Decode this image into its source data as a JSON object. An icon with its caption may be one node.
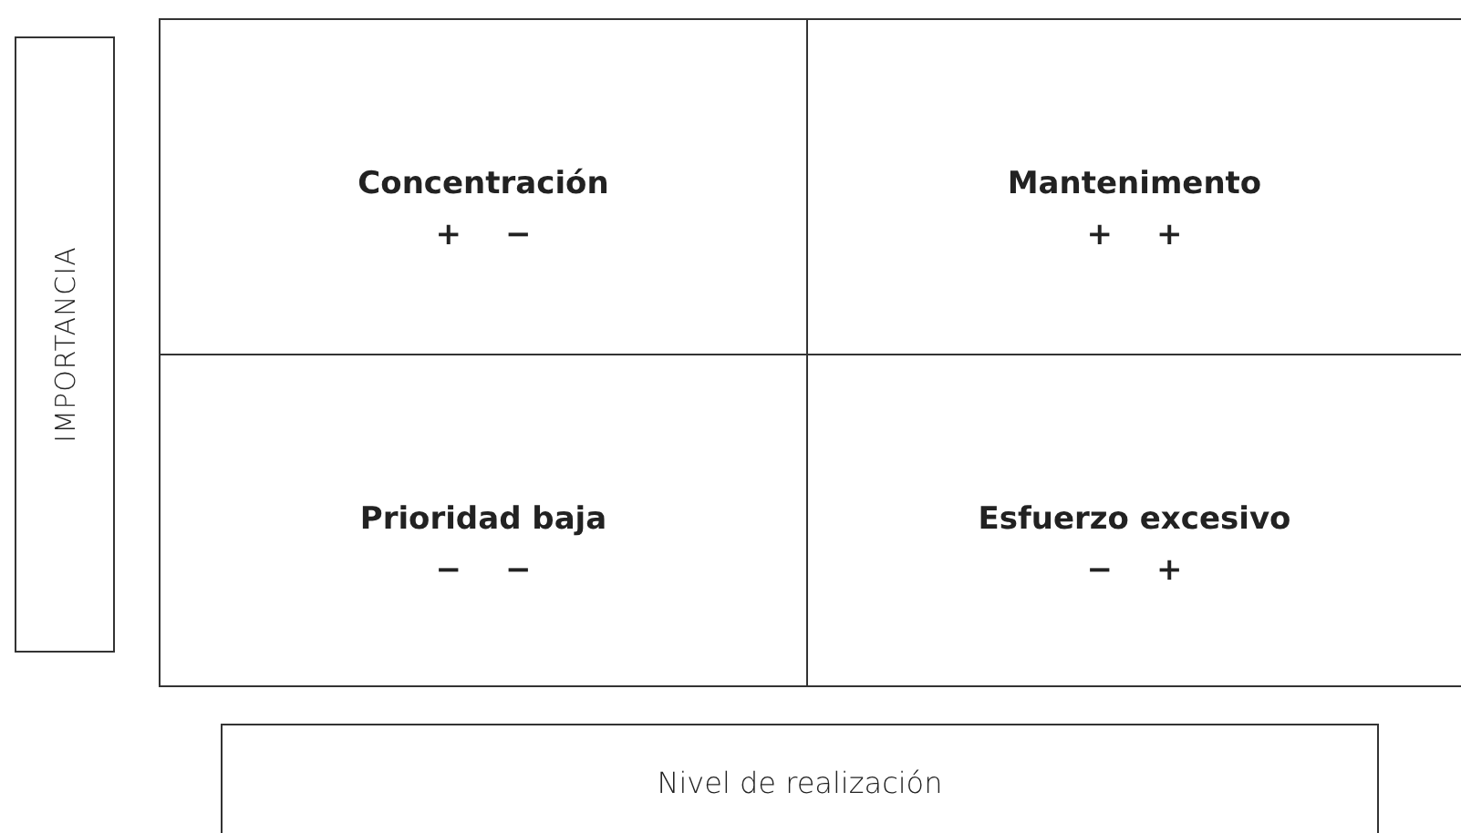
{
  "diagram": {
    "nodes": [
      {
        "text": [
          "IMPORTANCIA"
        ]
      },
      {
        "text": [
          "Concentración",
          "+ −"
        ]
      },
      {
        "text": [
          "Mantenimento",
          "+ +"
        ]
      },
      {
        "text": [
          "Prioridad baja",
          "− −"
        ]
      },
      {
        "text": [
          "Esfuerzo excesivo",
          "− +"
        ]
      },
      {
        "text": [
          "Nivel de realización"
        ]
      }
    ]
  }
}
